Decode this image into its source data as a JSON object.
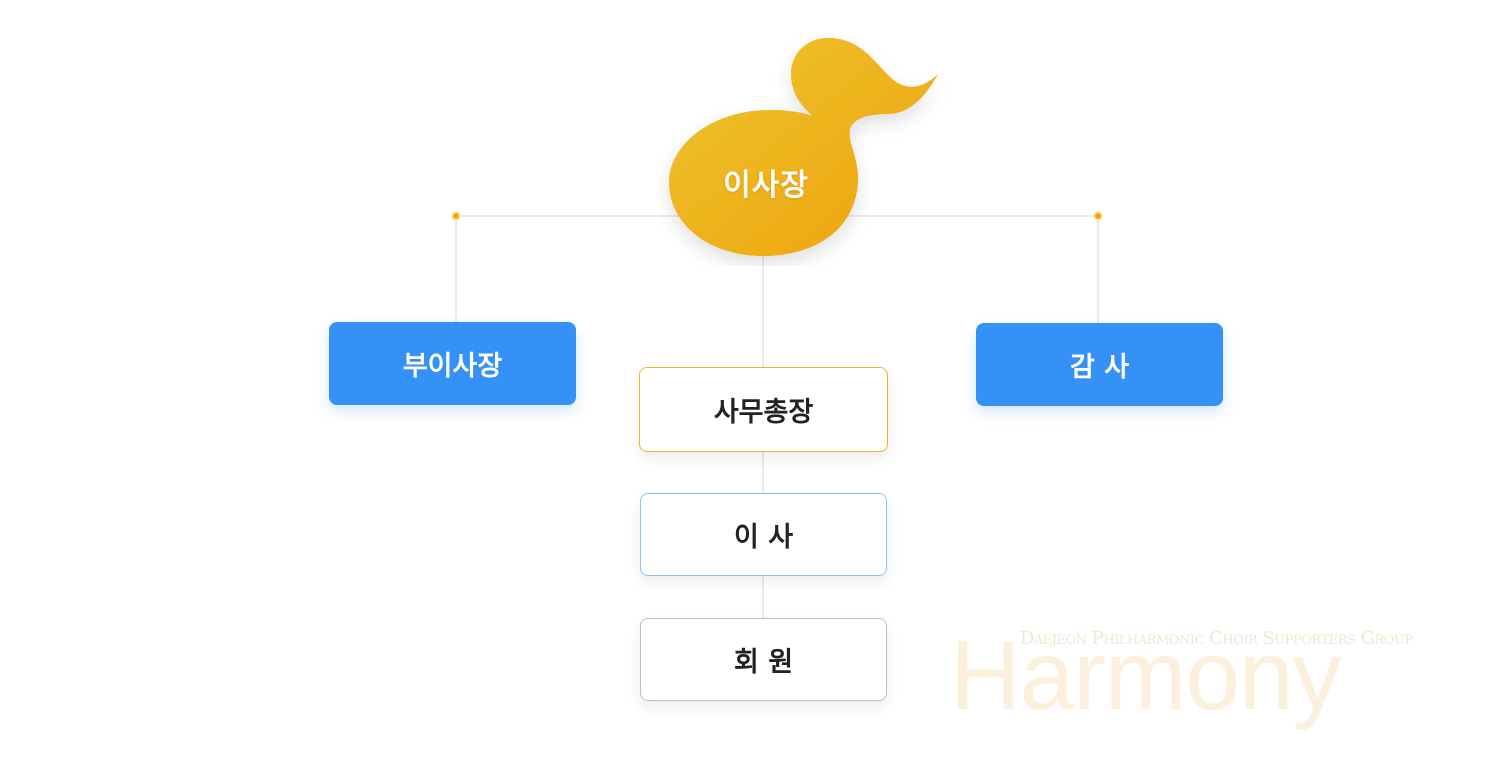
{
  "chart": {
    "root": {
      "label": "이사장"
    },
    "branches": [
      {
        "id": "vice",
        "label": "부이사장"
      },
      {
        "id": "auditor",
        "label": "감 사"
      }
    ],
    "chain": [
      {
        "id": "secgen",
        "label": "사무총장"
      },
      {
        "id": "director",
        "label": "이 사"
      },
      {
        "id": "member",
        "label": "회 원"
      }
    ]
  },
  "watermark": {
    "subtitle": "Daejeon Philharmonic Choir Supporters Group",
    "title": "Harmony"
  },
  "colors": {
    "accent_orange": "#f2a511",
    "accent_blue": "#3591f6",
    "line_gray": "#d6d6d6"
  }
}
